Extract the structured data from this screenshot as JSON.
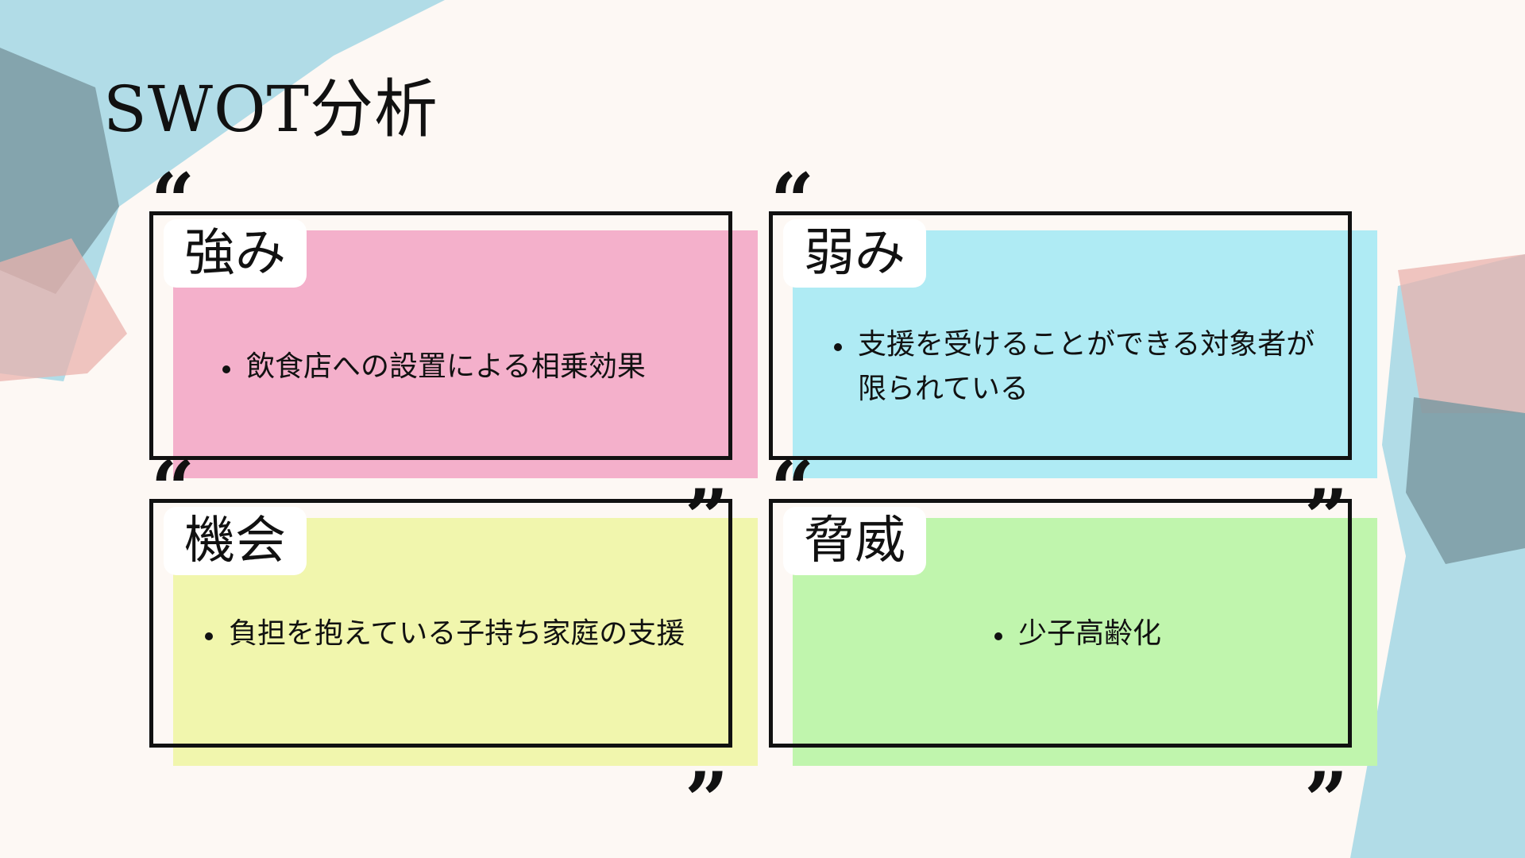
{
  "slide": {
    "title": "SWOT分析",
    "colors": {
      "background": "#fdf8f4",
      "strengths": "#f4b0cb",
      "weaknesses": "#afebf4",
      "opportunities": "#f1f6ad",
      "threats": "#c0f5ad",
      "frame": "#111111"
    },
    "quadrants": [
      {
        "label": "強み",
        "items": [
          "飲食店への設置による相乗効果"
        ]
      },
      {
        "label": "弱み",
        "items": [
          "支援を受けることができる対象者が限られている"
        ]
      },
      {
        "label": "機会",
        "items": [
          "負担を抱えている子持ち家庭の支援"
        ]
      },
      {
        "label": "脅威",
        "items": [
          "少子高齢化"
        ]
      }
    ],
    "quote_open": "“",
    "quote_close": "”"
  }
}
